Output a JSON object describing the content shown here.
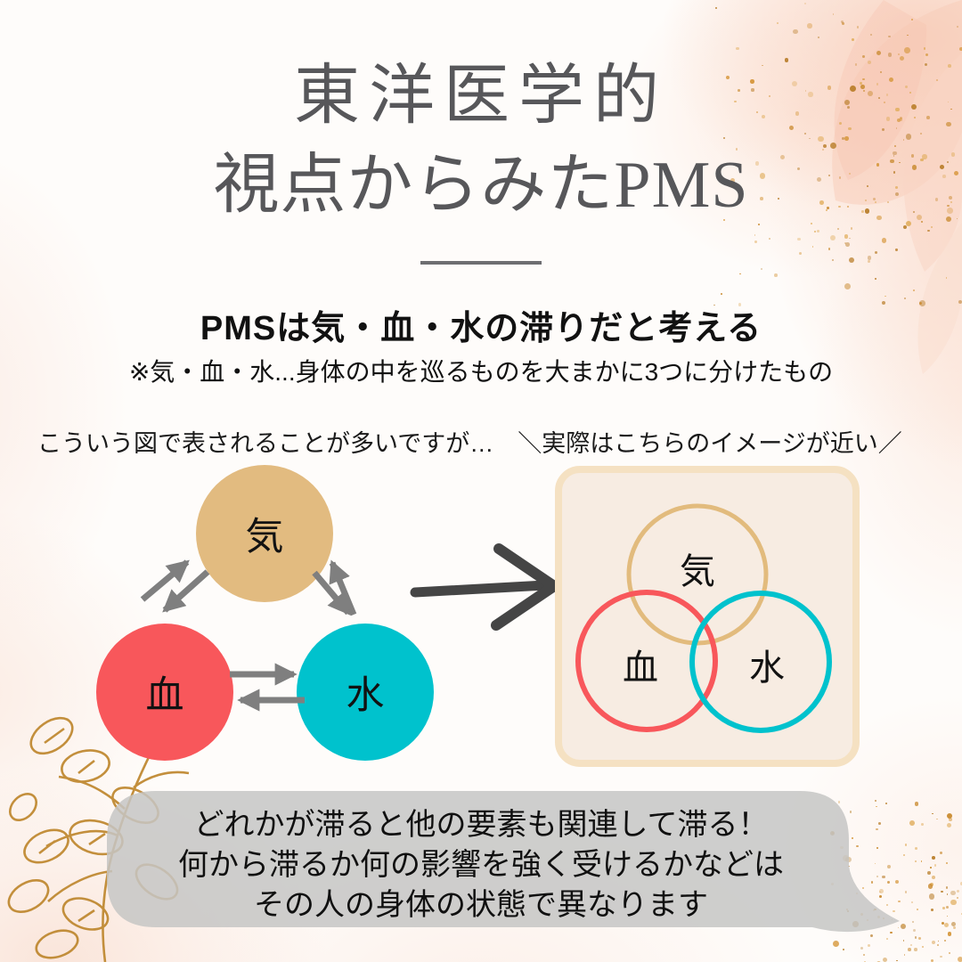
{
  "header": {
    "title_line1": "東洋医学的",
    "title_line2": "視点からみたPMS",
    "title_color": "#57575A"
  },
  "intro": {
    "heading": "PMSは気・血・水の滞りだと考える",
    "note": "※気・血・水...身体の中を巡るものを大まかに3つに分けたもの"
  },
  "left_diagram": {
    "caption": "こういう図で表されることが多いですが…",
    "nodes": [
      {
        "label": "気",
        "fill": "#E2BB80"
      },
      {
        "label": "血",
        "fill": "#F8575B"
      },
      {
        "label": "水",
        "fill": "#00C2CD"
      }
    ],
    "arrow_color": "#7F7F7F"
  },
  "transition_arrow": {
    "color": "#454545",
    "direction": "right"
  },
  "right_diagram": {
    "caption": "＼実際はこちらのイメージが近い／",
    "panel_fill": "#F7ECE2",
    "panel_border": "#F5E1C2",
    "circles": [
      {
        "label": "気",
        "stroke": "#E2BB7D"
      },
      {
        "label": "血",
        "stroke": "#F8575B"
      },
      {
        "label": "水",
        "stroke": "#00C2CD"
      }
    ]
  },
  "bottom_note": {
    "lines": [
      "どれかが滞ると他の要素も関連して滞る！",
      "何から滞るか何の影響を強く受けるかなどは",
      "その人の身体の状態で異なります"
    ],
    "bubble_color": "rgba(198,197,196,0.85)"
  },
  "decor": {
    "gold_palette": [
      "#D6973B",
      "#C98A2F",
      "#E0AC5A",
      "#B97E2A"
    ]
  }
}
